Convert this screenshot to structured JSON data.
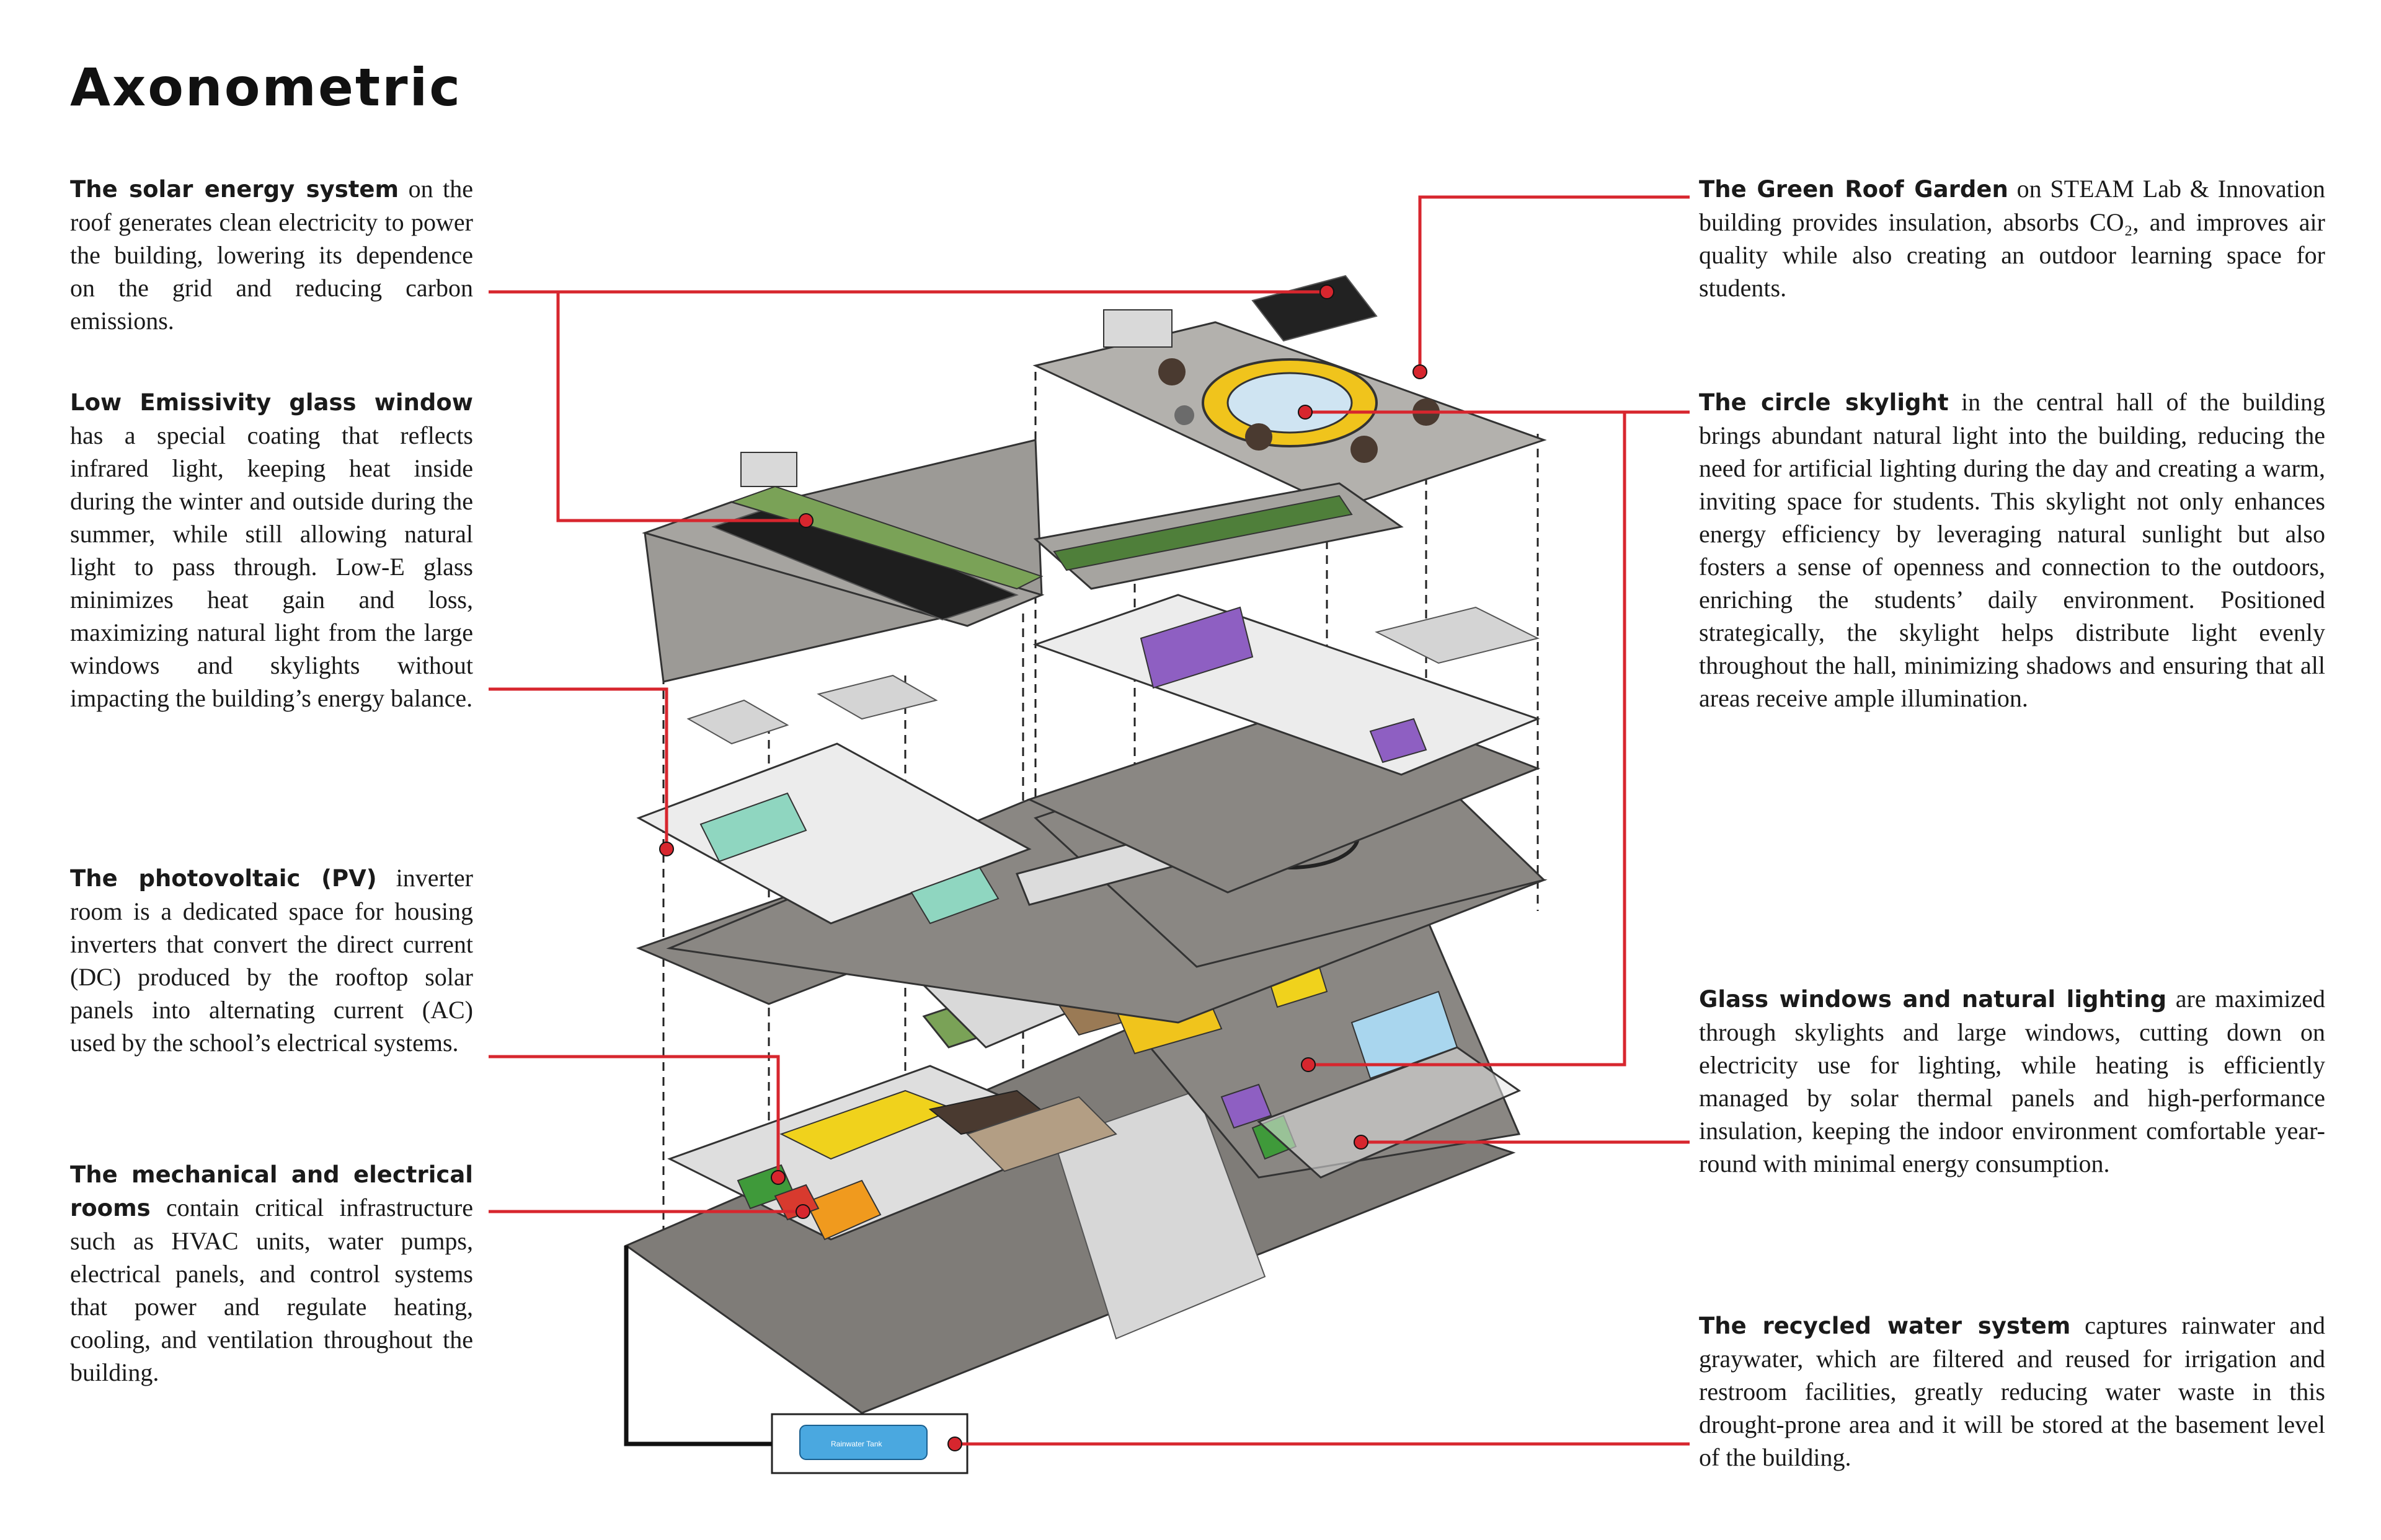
{
  "title": "Axonometric",
  "annotations": {
    "solar": {
      "lead": "The solar energy system",
      "body": " on the roof generates clean electricity to power the building, lowering its dependence on the grid and reducing carbon emissions."
    },
    "lowe": {
      "lead": "Low Emissivity glass window",
      "body": " has a special coating that reflects infrared light, keeping heat inside during the winter and outside during the summer, while still allowing natural light to pass through. Low-E glass minimizes heat gain and loss, maximizing natural light from the large windows and skylights without impacting the building’s energy balance."
    },
    "pv": {
      "lead": "The photovoltaic (PV)",
      "body": " inverter room is a dedicated space for housing inverters that convert the direct current (DC) produced by the rooftop solar panels into alternating current (AC) used by the school’s electrical systems."
    },
    "mech": {
      "lead": "The mechanical and electrical rooms",
      "body": " contain critical infrastructure such as HVAC units, water pumps, electrical panels, and control systems that power and regulate heating, cooling, and ventilation throughout the building."
    },
    "greenroof": {
      "lead": "The Green Roof Garden",
      "body": " on STEAM Lab & Innovation building provides insulation, absorbs CO₂, and improves air quality while also creating an outdoor learning space for students."
    },
    "skylight": {
      "lead": "The circle skylight",
      "body": " in the central hall of the building brings abundant natural light into the building, reducing the need for artificial lighting during the day and creating a warm, inviting space for students. This skylight not only enhances energy efficiency by leveraging natural sunlight but also fosters a sense of openness and connection to the outdoors, enriching the students’ daily environment. Positioned strategically, the skylight helps distribute light evenly throughout the hall, minimizing shadows and ensuring that all areas receive ample illumination."
    },
    "glass": {
      "lead": "Glass windows and natural lighting",
      "body": " are maximized through skylights and large windows, cutting down on electricity use for lighting, while heating is efficiently managed by solar thermal panels and high-performance insulation, keeping the indoor environment comfortable year-round with minimal energy consumption."
    },
    "water": {
      "lead": "The recycled water system",
      "body": " captures rainwater and graywater, which are filtered and reused for irrigation and restroom facilities, greatly reducing water waste in this drought-prone area and it will be stored at the basement level of the building."
    }
  },
  "tank_label": "Rainwater Tank",
  "colors": {
    "leader": "#d7262e",
    "slab": "#8a8783",
    "roof": "#9c9a96",
    "teal": "#8fd6c0",
    "purple": "#8e5fc2",
    "yellow": "#f0d21c",
    "orange": "#f09a1e",
    "green": "#3f9a3a",
    "red": "#d83a2e",
    "skyblue": "#a9d6ee",
    "tank": "#4aa8e0"
  }
}
